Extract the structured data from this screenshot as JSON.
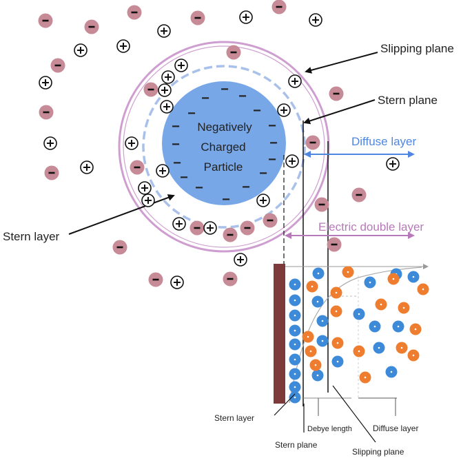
{
  "particle": {
    "line1": "Negatively",
    "line2": "Charged",
    "line3": "Particle"
  },
  "labels": {
    "slipping_plane": "Slipping plane",
    "stern_plane": "Stern plane",
    "diffuse_layer": "Diffuse layer",
    "electric_double_layer": "Electric double layer",
    "stern_layer": "Stern layer"
  },
  "inset_labels": {
    "stern_layer": "Stern layer",
    "debye_length": "Debye length",
    "diffuse_layer": "Diffuse layer",
    "stern_plane": "Stern plane",
    "slipping_plane": "Slipping plane"
  },
  "symbols": {
    "minus": "−",
    "plus": "+"
  },
  "colors": {
    "particle": "#78a7e8",
    "negative_ion": "#c78a97",
    "slipping_ring": "#cf9ed0",
    "stern_ring": "#a9c1ea",
    "diffuse_arrow": "#4f86df",
    "double_layer_arrow": "#b779b9",
    "wall": "#7d3a3a",
    "blue_ion": "#3d8ad8",
    "orange_ion": "#ee7d2f"
  }
}
